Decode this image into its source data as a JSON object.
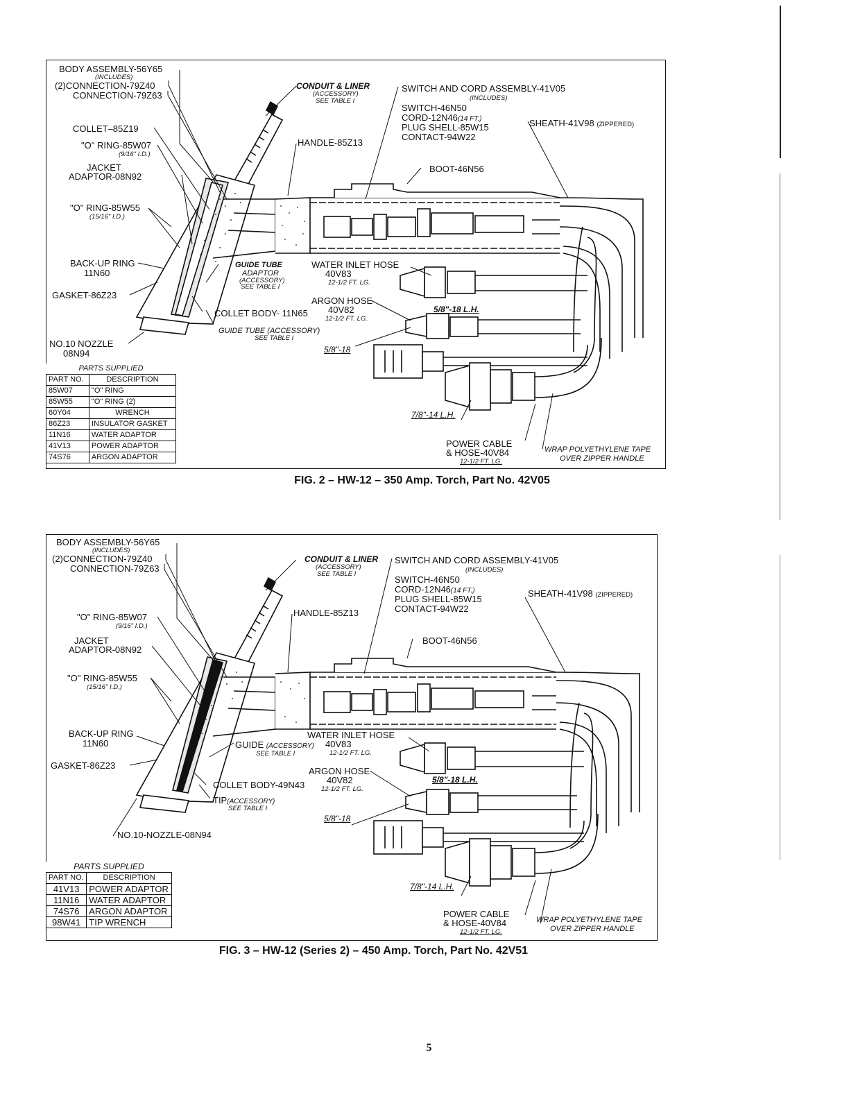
{
  "figures": [
    {
      "caption": "FIG. 2 – HW-12 – 350 Amp. Torch, Part No. 42V05",
      "labels": {
        "body_assembly": "BODY ASSEMBLY-56Y65",
        "includes": "(INCLUDES)",
        "connection_2": "(2)CONNECTION-79Z40",
        "connection": "CONNECTION-79Z63",
        "collet": "COLLET–85Z19",
        "o_ring_1": "\"O\" RING-85W07",
        "o_ring_1_size": "(9/16\" I.D.)",
        "jacket_1": "JACKET",
        "jacket_2": "ADAPTOR-08N92",
        "o_ring_2": "\"O\" RING-85W55",
        "o_ring_2_size": "(15/16\" I.D.)",
        "backup_1": "BACK-UP RING",
        "backup_2": "11N60",
        "gasket": "GASKET-86Z23",
        "nozzle_1": "NO.10 NOZZLE",
        "nozzle_2": "08N94",
        "conduit": "CONDUIT & LINER",
        "conduit_sub1": "(ACCESSORY)",
        "conduit_sub2": "SEE TABLE I",
        "handle": "HANDLE-85Z13",
        "switch_assembly": "SWITCH AND CORD ASSEMBLY-41V05",
        "switch_includes": "(INCLUDES)",
        "switch": "SWITCH-46N50",
        "cord": "CORD-12N46",
        "cord_len": "(14 FT.)",
        "plug_shell": "PLUG SHELL-85W15",
        "contact": "CONTACT-94W22",
        "sheath": "SHEATH-41V98",
        "sheath_note": "(ZIPPERED)",
        "boot": "BOOT-46N56",
        "guide_1": "GUIDE TUBE",
        "guide_2": "ADAPTOR",
        "guide_3": "(ACCESSORY)",
        "guide_4": "SEE TABLE I",
        "water_hose": "WATER INLET HOSE",
        "water_hose_pn": "40V83",
        "water_hose_len": "12-1/2 FT. LG.",
        "thread_water": "5/8\"-18 L.H.",
        "argon_hose": "ARGON HOSE",
        "argon_hose_pn": "40V82",
        "argon_hose_len": "12-1/2 FT. LG.",
        "collet_body": "COLLET BODY- 11N65",
        "guide_tube": "GUIDE TUBE (ACCESSORY)",
        "guide_tube_sub": "SEE TABLE I",
        "thread_argon": "5/8\"-18",
        "thread_power": "7/8\"-14 L.H.",
        "power_1": "POWER CABLE",
        "power_2": "& HOSE-40V84",
        "power_len": "12-1/2 FT. LG.",
        "wrap_1": "WRAP POLYETHYLENE TAPE",
        "wrap_2": "OVER ZIPPER HANDLE"
      },
      "parts": {
        "title": "PARTS SUPPLIED",
        "head_part": "PART NO.",
        "head_desc": "DESCRIPTION",
        "rows": [
          {
            "part": "85W07",
            "desc": "\"O\" RING"
          },
          {
            "part": "85W55",
            "desc": "\"O\" RING (2)"
          },
          {
            "part": "60Y04",
            "desc": "WRENCH"
          },
          {
            "part": "86Z23",
            "desc": "INSULATOR GASKET"
          },
          {
            "part": "11N16",
            "desc": "WATER ADAPTOR"
          },
          {
            "part": "41V13",
            "desc": "POWER ADAPTOR"
          },
          {
            "part": "74S76",
            "desc": "ARGON ADAPTOR"
          }
        ]
      }
    },
    {
      "caption": "FIG. 3 – HW-12 (Series 2) – 450 Amp. Torch, Part No. 42V51",
      "labels": {
        "body_assembly": "BODY ASSEMBLY-56Y65",
        "includes": "(INCLUDES)",
        "connection_2": "(2)CONNECTION-79Z40",
        "connection": "CONNECTION-79Z63",
        "o_ring_1": "\"O\" RING-85W07",
        "o_ring_1_size": "(9/16\" I.D.)",
        "jacket_1": "JACKET",
        "jacket_2": "ADAPTOR-08N92",
        "o_ring_2": "\"O\" RING-85W55",
        "o_ring_2_size": "(15/16\" I.D.)",
        "backup_1": "BACK-UP RING",
        "backup_2": "11N60",
        "gasket": "GASKET-86Z23",
        "nozzle": "NO.10-NOZZLE-08N94",
        "conduit": "CONDUIT & LINER",
        "conduit_sub1": "(ACCESSORY)",
        "conduit_sub2": "SEE TABLE I",
        "handle": "HANDLE-85Z13",
        "switch_assembly": "SWITCH AND CORD ASSEMBLY-41V05",
        "switch_includes": "(INCLUDES)",
        "switch": "SWITCH-46N50",
        "cord": "CORD-12N46",
        "cord_len": "(14 FT.)",
        "plug_shell": "PLUG SHELL-85W15",
        "contact": "CONTACT-94W22",
        "sheath": "SHEATH-41V98",
        "sheath_note": "(ZIPPERED)",
        "boot": "BOOT-46N56",
        "guide": "GUIDE",
        "guide_acc": "(ACCESSORY)",
        "guide_sub": "SEE TABLE I",
        "water_hose": "WATER INLET HOSE",
        "water_hose_pn": "40V83",
        "water_hose_len": "12-1/2 FT. LG.",
        "thread_water": "5/8\"-18 L.H.",
        "argon_hose": "ARGON HOSE",
        "argon_hose_pn": "40V82",
        "argon_hose_len": "12-1/2 FT. LG.",
        "collet_body": "COLLET BODY-49N43",
        "tip": "TIP",
        "tip_acc": "(ACCESSORY)",
        "tip_sub": "SEE TABLE I",
        "thread_argon": "5/8\"-18",
        "thread_power": "7/8\"-14 L.H.",
        "power_1": "POWER CABLE",
        "power_2": "& HOSE-40V84",
        "power_len": "12-1/2 FT. LG.",
        "wrap_1": "WRAP POLYETHYLENE TAPE",
        "wrap_2": "OVER ZIPPER HANDLE"
      },
      "parts": {
        "title": "PARTS SUPPLIED",
        "head_part": "PART NO.",
        "head_desc": "DESCRIPTION",
        "rows": [
          {
            "part": "41V13",
            "desc": "POWER ADAPTOR"
          },
          {
            "part": "11N16",
            "desc": "WATER ADAPTOR"
          },
          {
            "part": "74S76",
            "desc": "ARGON ADAPTOR"
          },
          {
            "part": "98W41",
            "desc": "TIP WRENCH"
          }
        ]
      }
    }
  ],
  "page_number": "5"
}
